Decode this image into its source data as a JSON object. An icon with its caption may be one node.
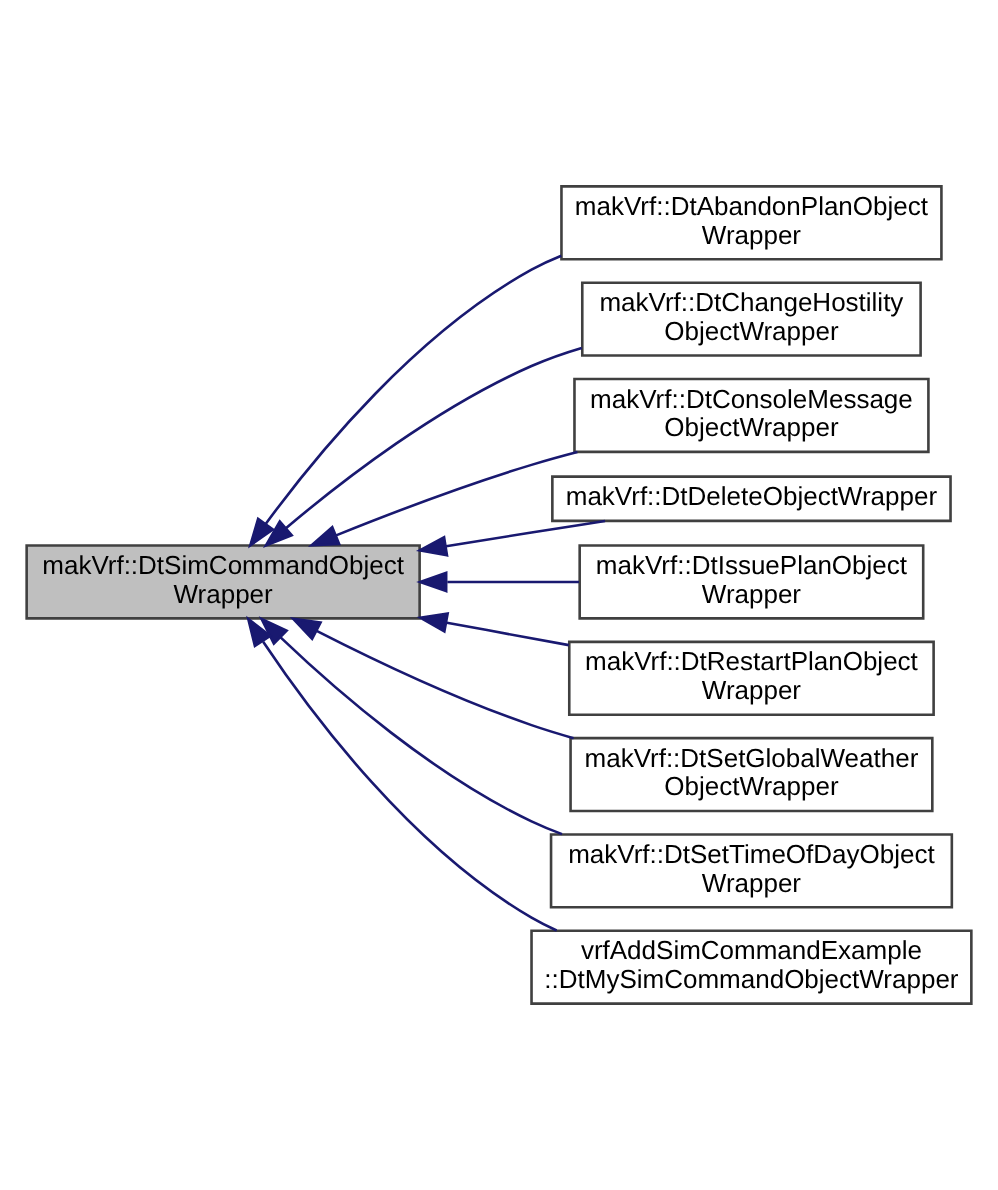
{
  "diagram": {
    "nodes": [
      {
        "text": [
          "makVrf::DtSimCommandObject Wrapper"
        ]
      },
      {
        "text": [
          "makVrf::DtAbandonPlanObject Wrapper"
        ]
      },
      {
        "text": [
          "makVrf::DtChangeHostility ObjectWrapper"
        ]
      },
      {
        "text": [
          "makVrf::DtConsoleMessage ObjectWrapper"
        ]
      },
      {
        "text": [
          "makVrf::DtDeleteObjectWrapper"
        ]
      },
      {
        "text": [
          "makVrf::DtIssuePlanObject Wrapper"
        ]
      },
      {
        "text": [
          "makVrf::DtRestartPlanObject Wrapper"
        ]
      },
      {
        "text": [
          "makVrf::DtSetGlobalWeather ObjectWrapper"
        ]
      },
      {
        "text": [
          "makVrf::DtSetTimeOfDayObject Wrapper"
        ]
      },
      {
        "text": [
          "vrfAddSimCommandExample ::DtMySimCommandObjectWrapper"
        ]
      }
    ],
    "edges": [
      {
        "from": 1,
        "to": 0,
        "arrow": "to"
      },
      {
        "from": 2,
        "to": 0,
        "arrow": "to"
      },
      {
        "from": 3,
        "to": 0,
        "arrow": "to"
      },
      {
        "from": 4,
        "to": 0,
        "arrow": "to"
      },
      {
        "from": 5,
        "to": 0,
        "arrow": "to"
      },
      {
        "from": 6,
        "to": 0,
        "arrow": "to"
      },
      {
        "from": 7,
        "to": 0,
        "arrow": "to"
      },
      {
        "from": 8,
        "to": 0,
        "arrow": "to"
      },
      {
        "from": 9,
        "to": 0,
        "arrow": "to"
      }
    ]
  }
}
